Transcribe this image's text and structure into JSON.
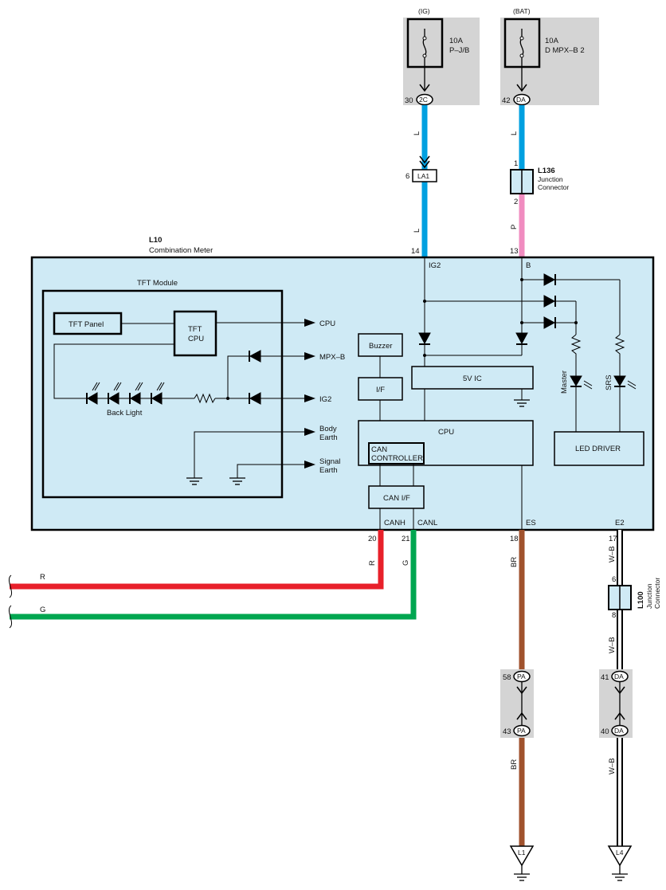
{
  "fuses": [
    {
      "source": "(IG)",
      "rating": "10A",
      "name": "P–J/B",
      "pin": "30",
      "connector": "2C"
    },
    {
      "source": "(BAT)",
      "rating": "10A",
      "name": "D MPX–B 2",
      "pin": "42",
      "connector": "DA"
    }
  ],
  "wire_colors": {
    "L": "L",
    "P": "P",
    "R": "R",
    "G": "G",
    "BR": "BR",
    "WB": "W–B"
  },
  "colors": {
    "L": "#00a0e0",
    "P": "#f08cc0",
    "R": "#e8202a",
    "G": "#00a650",
    "BR": "#a0522d",
    "WB": "#ffffff",
    "module_fill": "#cfeaf5",
    "fuse_block": "#d4d4d4"
  },
  "la1": {
    "pin": "6",
    "connector": "LA1"
  },
  "l136": {
    "id": "L136",
    "name_line1": "Junction",
    "name_line2": "Connector",
    "pin_in": "1",
    "pin_out": "2"
  },
  "l10": {
    "id": "L10",
    "name": "Combination Meter"
  },
  "meter_pins": {
    "ig2": {
      "pin": "14",
      "label": "IG2"
    },
    "b": {
      "pin": "13",
      "label": "B"
    },
    "canh": {
      "pin": "20",
      "label": "CANH"
    },
    "canl": {
      "pin": "21",
      "label": "CANL"
    },
    "es": {
      "pin": "18",
      "label": "ES"
    },
    "e2": {
      "pin": "17",
      "label": "E2"
    }
  },
  "tft": {
    "title": "TFT Module",
    "panel": "TFT Panel",
    "cpu_line1": "TFT",
    "cpu_line2": "CPU",
    "backlight": "Back Light",
    "outputs": [
      "CPU",
      "MPX–B",
      "IG2"
    ],
    "body_earth": [
      "Body",
      "Earth"
    ],
    "signal_earth": [
      "Signal",
      "Earth"
    ]
  },
  "blocks": {
    "buzzer": "Buzzer",
    "if": "I/F",
    "ic5v": "5V IC",
    "cpu": "CPU",
    "can_controller_line1": "CAN",
    "can_controller_line2": "CONTROLLER",
    "can_if": "CAN I/F",
    "led_driver": "LED DRIVER",
    "master": "Master",
    "srs": "SRS"
  },
  "l100": {
    "id": "L100",
    "name_line1": "Junction",
    "name_line2": "Connector",
    "pin_in": "6",
    "pin_out": "8"
  },
  "pa": {
    "pin_top": "58",
    "pin_bottom": "43",
    "connector": "PA"
  },
  "da2": {
    "pin_top": "41",
    "pin_bottom": "40",
    "connector": "DA"
  },
  "grounds": [
    "L1",
    "L4"
  ]
}
